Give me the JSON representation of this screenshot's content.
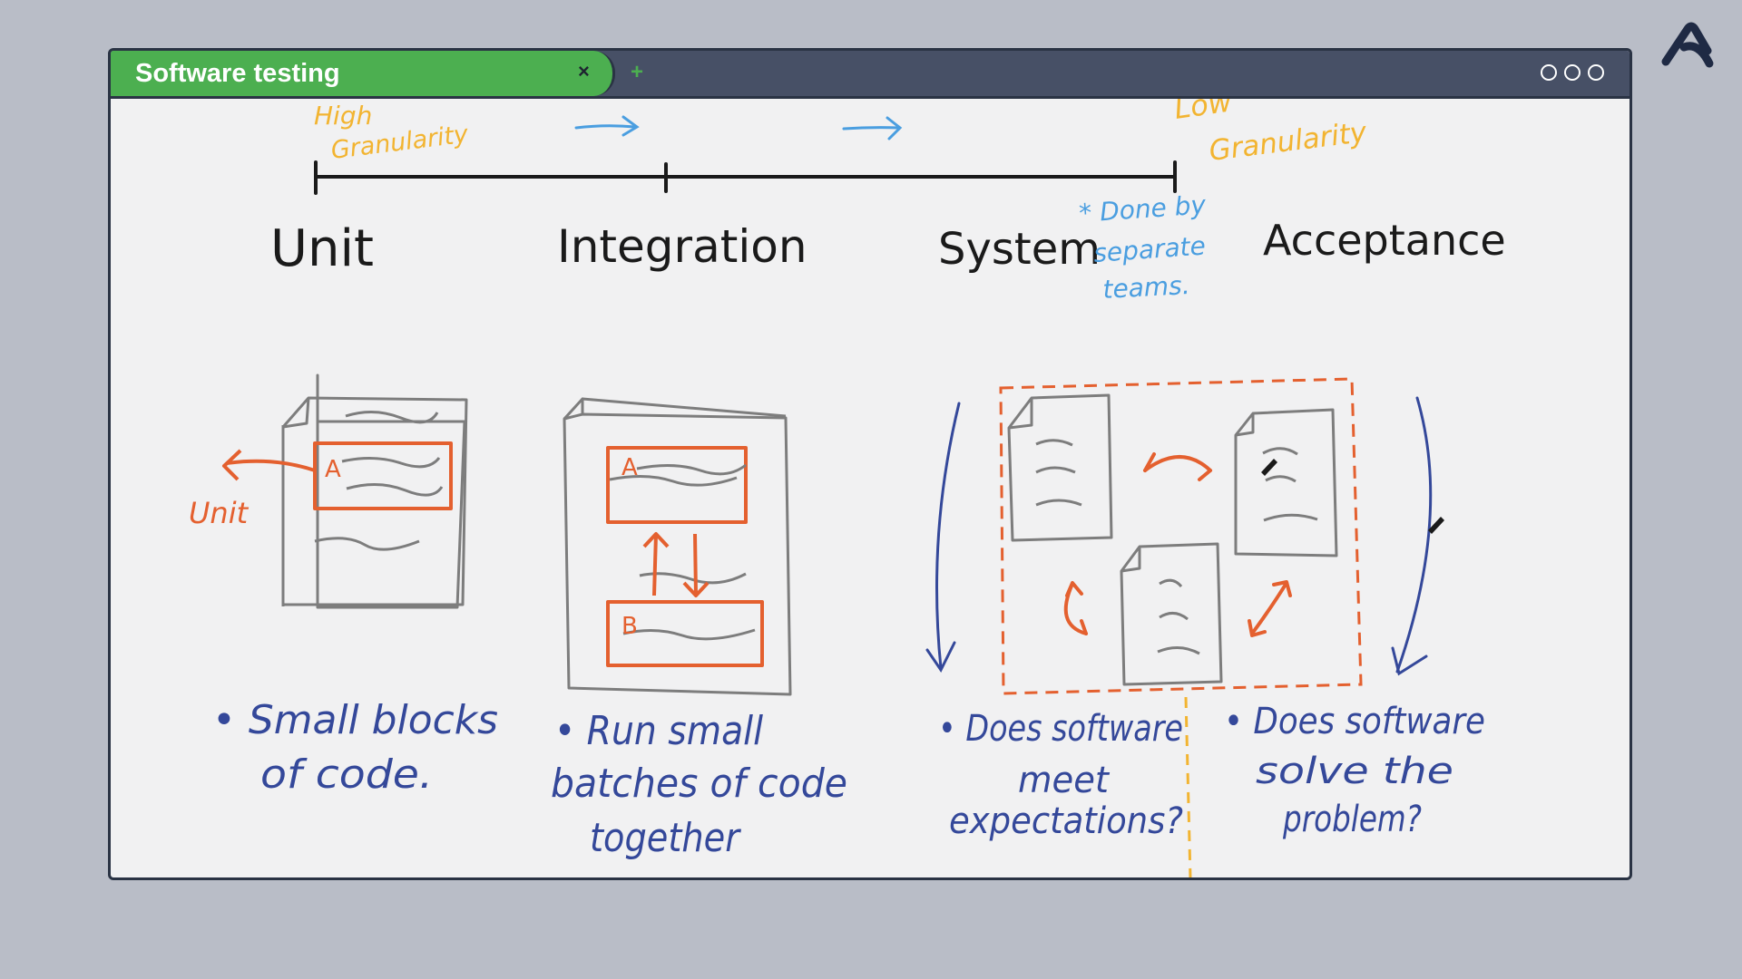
{
  "window": {
    "tab_title": "Software testing",
    "close_glyph": "×",
    "new_tab_glyph": "+"
  },
  "colors": {
    "background": "#b9bdc7",
    "titlebar": "#475066",
    "tab": "#4caf50",
    "ink_blue": "#34489a",
    "ink_orange": "#e4602f",
    "ink_yellow": "#f2b431",
    "ink_light_blue": "#4a9ee0",
    "ink_gray": "#7d7d7d"
  },
  "icons": [
    "app-logo-icon",
    "close-icon",
    "plus-icon",
    "window-dot-icon"
  ],
  "scale": {
    "left_label_1": "High",
    "left_label_2": "Granularity",
    "right_label_1": "Low",
    "right_label_2": "Granularity"
  },
  "levels": {
    "unit": "Unit",
    "integration": "Integration",
    "system": "System",
    "acceptance": "Acceptance"
  },
  "note": {
    "line1": "* Done by",
    "line2": "separate",
    "line3": "teams."
  },
  "diagram": {
    "unit_label": "Unit",
    "block_a": "A",
    "block_a2": "A",
    "block_b": "B"
  },
  "bullets": {
    "unit": {
      "line1": "• Small blocks",
      "line2": "of code."
    },
    "integration": {
      "line1": "• Run small",
      "line2": "batches of code",
      "line3": "together"
    },
    "system": {
      "line1": "• Does software",
      "line2": "meet",
      "line3": "expectations?"
    },
    "acceptance": {
      "line1": "• Does software",
      "line2": "solve the",
      "line3": "problem?"
    }
  }
}
